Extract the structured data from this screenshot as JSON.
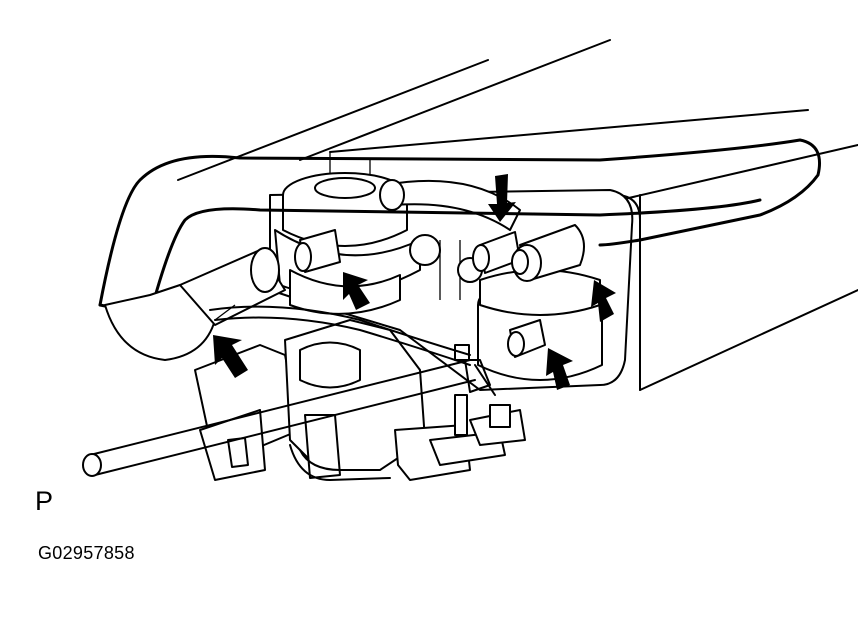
{
  "view_label": "P",
  "figure_code": "G02957858",
  "arrow_count": 5
}
